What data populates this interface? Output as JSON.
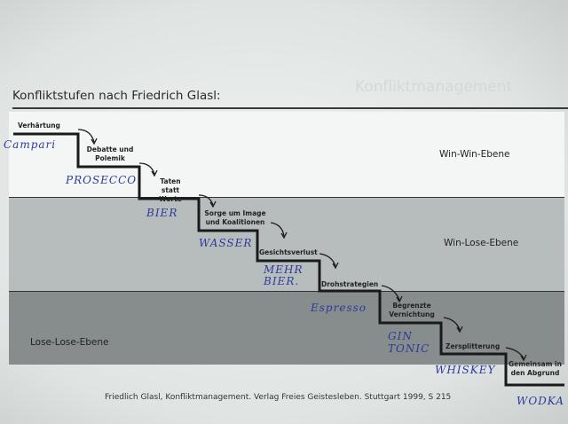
{
  "title": "Konfliktstufen nach Friedrich Glasl:",
  "background_heading": "Konfliktmanagement",
  "levels": [
    "Win-Win-Ebene",
    "Win-Lose-Ebene",
    "Lose-Lose-Ebene"
  ],
  "steps": [
    "Verhärtung",
    "Debatte und Polemik",
    "Taten statt Worte",
    "Sorge um Image und Koalitionen",
    "Gesichtsverlust",
    "Drohstrategien",
    "Begrenzte Vernichtung",
    "Zersplitterung",
    "Gemeinsam in den Abgrund"
  ],
  "handwritten": [
    "Campari",
    "PROSECCO",
    "BIER",
    "WASSER",
    "MEHR BIER.",
    "Espresso",
    "GIN TONIC",
    "WHISKEY",
    "WODKA"
  ],
  "caption": "Friedlich Glasl, Konfliktmanagement. Verlag Freies Geistesleben. Stuttgart 1999, S 215",
  "colors": {
    "ink": "#2c3a9c",
    "band_mid": "#b7bdbc",
    "band_low": "#878c8c"
  }
}
